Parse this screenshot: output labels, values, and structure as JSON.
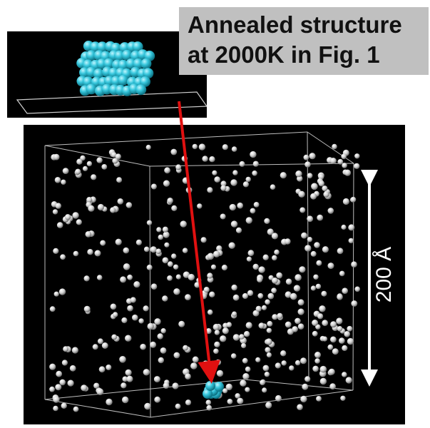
{
  "caption": {
    "line1": "Annealed structure",
    "line2": "at 2000K in Fig. 1"
  },
  "scale_bar": {
    "label": "200 Å"
  },
  "colors": {
    "background": "#000000",
    "caption_box": "#c0c0c0",
    "cluster": "#2bbfd0",
    "atoms": "#d8d8d8",
    "arrow": "#e01010",
    "box_edges": "#cfcfcf"
  }
}
